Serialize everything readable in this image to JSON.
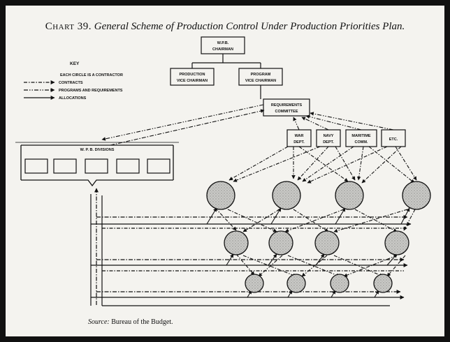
{
  "title": {
    "number": "Chart 39.",
    "text": "General Scheme of Production Control Under Production Priorities Plan."
  },
  "boxes": {
    "wpb_chairman": [
      "W.P.B.",
      "CHAIRMAN"
    ],
    "production_vice_chairman": [
      "PRODUCTION",
      "VICE CHAIRMAN"
    ],
    "program_vice_chairman": [
      "PROGRAM",
      "VICE CHAIRMAN"
    ],
    "requirements_committee": [
      "REQUIREMENTS",
      "COMMITTEE"
    ],
    "war_dept": [
      "WAR",
      "DEPT."
    ],
    "navy_dept": [
      "NAVY",
      "DEPT."
    ],
    "maritime_comm": [
      "MARITIME",
      "COMM."
    ],
    "etc": [
      "ETC."
    ],
    "wpb_divisions": "W. P. B. DIVISIONS"
  },
  "key": {
    "heading": "KEY",
    "note": "EACH CIRCLE IS A CONTRACTOR",
    "items": [
      "CONTRACTS",
      "PROGRAMS AND REQUIREMENTS",
      "ALLOCATIONS"
    ]
  },
  "source": {
    "label": "Source:",
    "text": "Bureau of the Budget."
  },
  "colors": {
    "ink": "#111111",
    "paper": "#f4f3ef",
    "circle_fill": "#c9c9c6",
    "frame": "#111111"
  }
}
